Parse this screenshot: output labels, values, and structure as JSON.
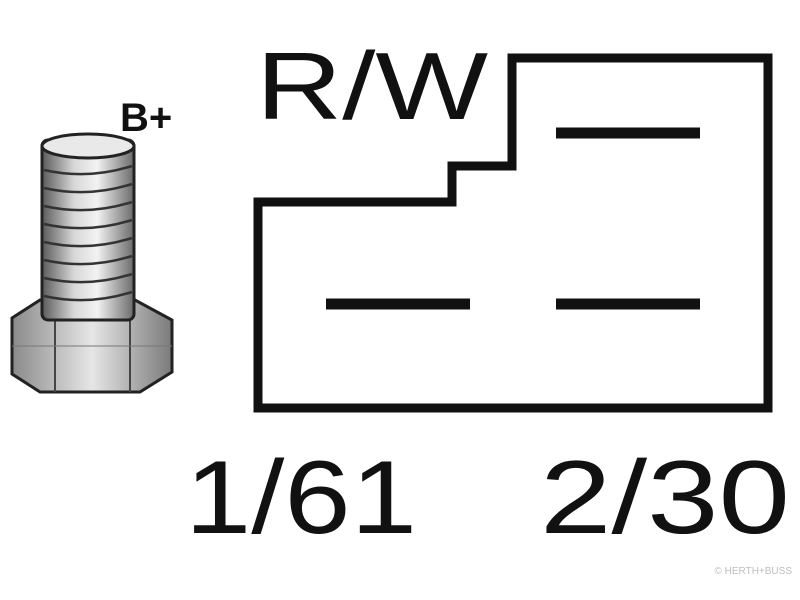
{
  "diagram": {
    "terminal_label": "B+",
    "connector_code": "R/W",
    "pin_left_label": "1/61",
    "pin_right_label": "2/30",
    "watermark": "© HERTH+BUSS"
  },
  "colors": {
    "ink": "#111111",
    "background": "#ffffff",
    "watermark": "#bdbdbd"
  }
}
